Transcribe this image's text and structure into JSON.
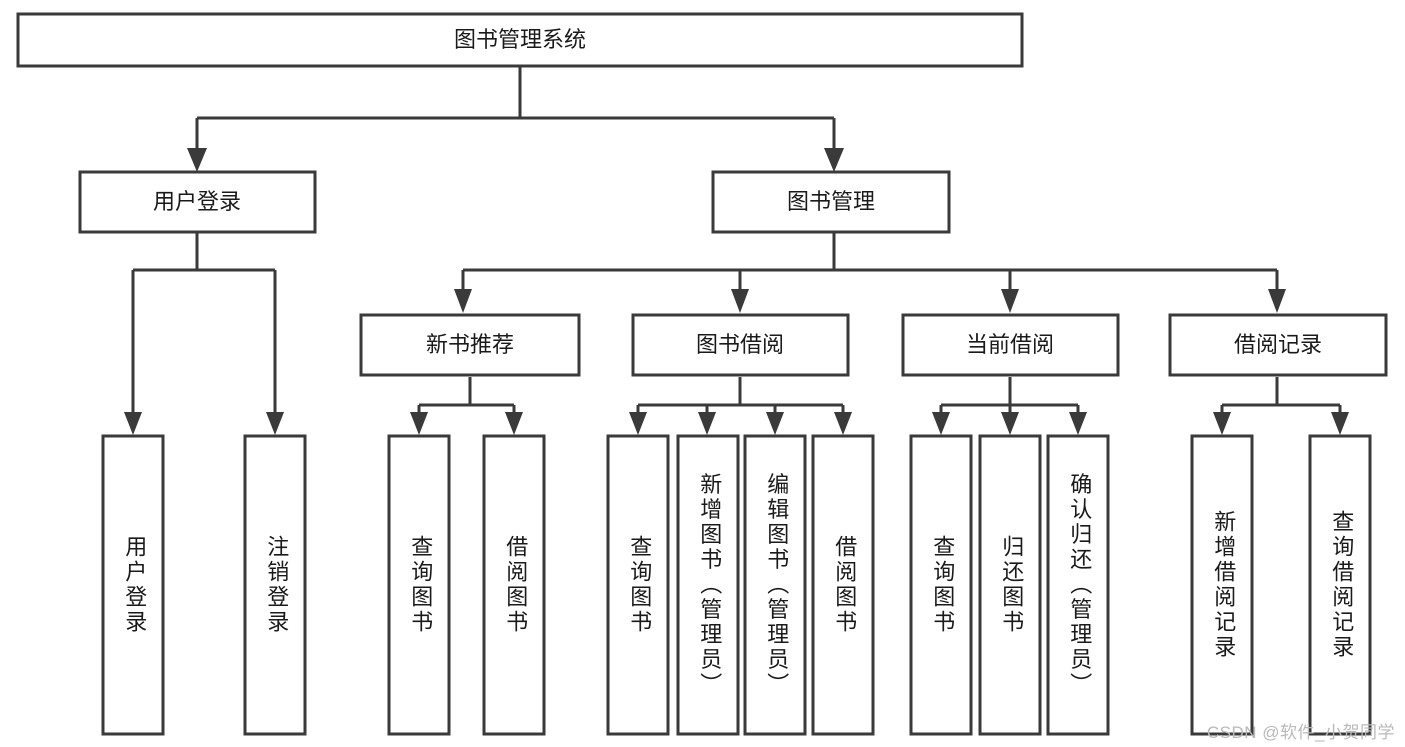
{
  "diagram": {
    "type": "tree",
    "title": "图书管理系统",
    "watermark": "CSDN @软件_小贺同学",
    "colors": {
      "stroke": "#3a3a3a",
      "fill": "#ffffff",
      "text": "#1a1a1a",
      "watermark": "#b9b9b9",
      "background": "#ffffff"
    },
    "nodes": {
      "root": {
        "label": "图书管理系统",
        "level": 0,
        "orientation": "horizontal"
      },
      "l1": [
        {
          "id": "user-login",
          "label": "用户登录",
          "level": 1,
          "orientation": "horizontal"
        },
        {
          "id": "book-management",
          "label": "图书管理",
          "level": 1,
          "orientation": "horizontal"
        }
      ],
      "l2": [
        {
          "id": "new-book-recommend",
          "label": "新书推荐",
          "level": 2,
          "orientation": "horizontal",
          "parent": "book-management"
        },
        {
          "id": "book-borrow",
          "label": "图书借阅",
          "level": 2,
          "orientation": "horizontal",
          "parent": "book-management"
        },
        {
          "id": "current-borrow",
          "label": "当前借阅",
          "level": 2,
          "orientation": "horizontal",
          "parent": "book-management"
        },
        {
          "id": "borrow-record",
          "label": "借阅记录",
          "level": 2,
          "orientation": "horizontal",
          "parent": "book-management"
        }
      ],
      "leaves": [
        {
          "id": "leaf-user-login",
          "label": "用户登录",
          "parent": "user-login",
          "orientation": "vertical"
        },
        {
          "id": "leaf-logout-login",
          "label": "注销登录",
          "parent": "user-login",
          "orientation": "vertical"
        },
        {
          "id": "leaf-query-book-1",
          "label": "查询图书",
          "parent": "new-book-recommend",
          "orientation": "vertical"
        },
        {
          "id": "leaf-borrow-book-1",
          "label": "借阅图书",
          "parent": "new-book-recommend",
          "orientation": "vertical"
        },
        {
          "id": "leaf-query-book-2",
          "label": "查询图书",
          "parent": "book-borrow",
          "orientation": "vertical"
        },
        {
          "id": "leaf-add-book",
          "label": "新增图书（管理员）",
          "parent": "book-borrow",
          "orientation": "vertical"
        },
        {
          "id": "leaf-edit-book",
          "label": "编辑图书（管理员）",
          "parent": "book-borrow",
          "orientation": "vertical"
        },
        {
          "id": "leaf-borrow-book-2",
          "label": "借阅图书",
          "parent": "book-borrow",
          "orientation": "vertical"
        },
        {
          "id": "leaf-query-book-3",
          "label": "查询图书",
          "parent": "current-borrow",
          "orientation": "vertical"
        },
        {
          "id": "leaf-return-book",
          "label": "归还图书",
          "parent": "current-borrow",
          "orientation": "vertical"
        },
        {
          "id": "leaf-confirm-return",
          "label": "确认归还（管理员）",
          "parent": "current-borrow",
          "orientation": "vertical"
        },
        {
          "id": "leaf-add-record",
          "label": "新增借阅记录",
          "parent": "borrow-record",
          "orientation": "vertical"
        },
        {
          "id": "leaf-query-record",
          "label": "查询借阅记录",
          "parent": "borrow-record",
          "orientation": "vertical"
        }
      ]
    }
  }
}
